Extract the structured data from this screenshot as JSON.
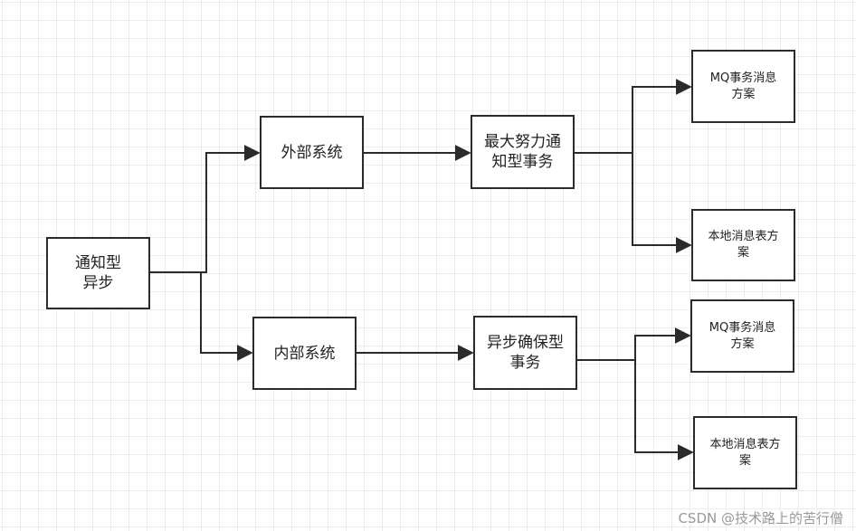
{
  "diagram": {
    "nodes": {
      "root": "通知型\n异步",
      "external": "外部系统",
      "internal": "内部系统",
      "best_effort": "最大努力通\n知型事务",
      "reliable": "异步确保型\n事务",
      "mq_1": "MQ事务消息\n方案",
      "local_table_1": "本地消息表方\n案",
      "mq_2": "MQ事务消息\n方案",
      "local_table_2": "本地消息表方\n案"
    },
    "line_color": "#2b2b2b"
  },
  "watermark": "CSDN @技术路上的苦行僧"
}
